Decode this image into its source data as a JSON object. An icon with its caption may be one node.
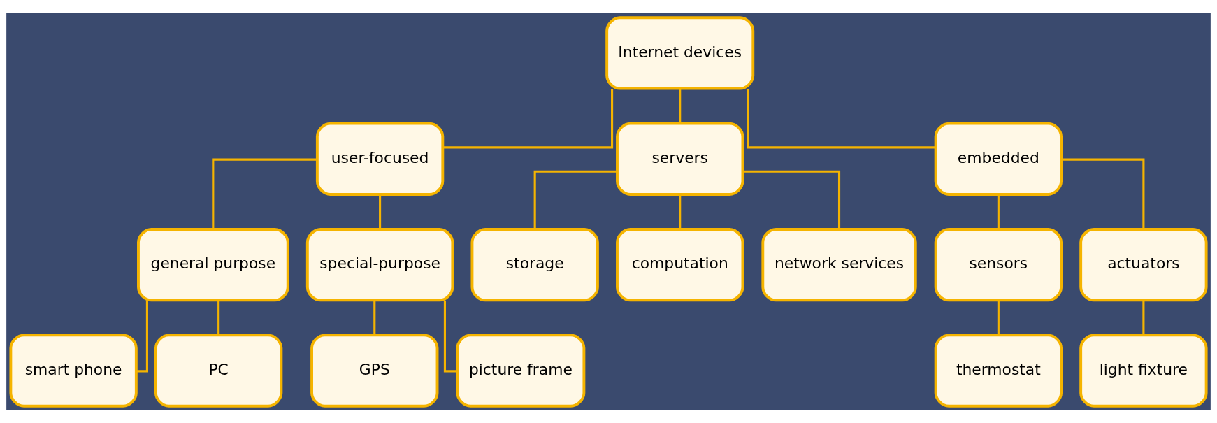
{
  "diagram": {
    "nodes": [
      {
        "text": [
          "Internet devices"
        ]
      },
      {
        "text": [
          "user-focused"
        ]
      },
      {
        "text": [
          "servers"
        ]
      },
      {
        "text": [
          "embedded"
        ]
      },
      {
        "text": [
          "general purpose"
        ]
      },
      {
        "text": [
          "special-purpose"
        ]
      },
      {
        "text": [
          "storage"
        ]
      },
      {
        "text": [
          "computation"
        ]
      },
      {
        "text": [
          "network services"
        ]
      },
      {
        "text": [
          "sensors"
        ]
      },
      {
        "text": [
          "actuators"
        ]
      },
      {
        "text": [
          "smart phone"
        ]
      },
      {
        "text": [
          "PC"
        ]
      },
      {
        "text": [
          "GPS"
        ]
      },
      {
        "text": [
          "picture frame"
        ]
      },
      {
        "text": [
          "thermostat"
        ]
      },
      {
        "text": [
          "light fixture"
        ]
      }
    ],
    "edges": [
      {
        "from": 0,
        "to": 1,
        "arrow": "none"
      },
      {
        "from": 0,
        "to": 2,
        "arrow": "none"
      },
      {
        "from": 0,
        "to": 3,
        "arrow": "none"
      },
      {
        "from": 1,
        "to": 4,
        "arrow": "none"
      },
      {
        "from": 1,
        "to": 5,
        "arrow": "none"
      },
      {
        "from": 2,
        "to": 6,
        "arrow": "none"
      },
      {
        "from": 2,
        "to": 7,
        "arrow": "none"
      },
      {
        "from": 2,
        "to": 8,
        "arrow": "none"
      },
      {
        "from": 3,
        "to": 9,
        "arrow": "none"
      },
      {
        "from": 3,
        "to": 10,
        "arrow": "none"
      },
      {
        "from": 4,
        "to": 11,
        "arrow": "none"
      },
      {
        "from": 4,
        "to": 12,
        "arrow": "none"
      },
      {
        "from": 5,
        "to": 13,
        "arrow": "none"
      },
      {
        "from": 5,
        "to": 14,
        "arrow": "none"
      },
      {
        "from": 9,
        "to": 15,
        "arrow": "none"
      },
      {
        "from": 10,
        "to": 16,
        "arrow": "none"
      }
    ]
  }
}
